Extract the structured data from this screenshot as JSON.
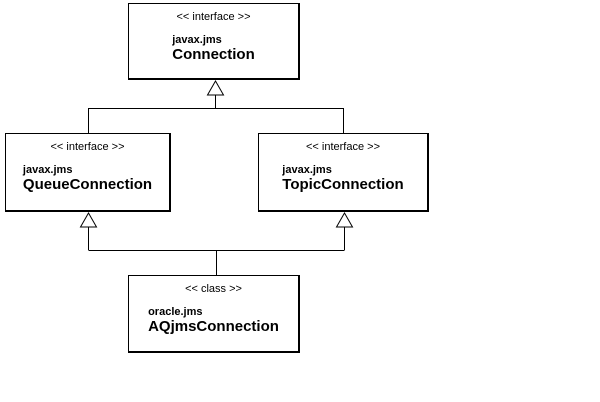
{
  "diagram": {
    "kind": "uml-generalization-diagram",
    "colors": {
      "background": "#ffffff",
      "line": "#000000",
      "text": "#000000"
    },
    "nodes": {
      "connection": {
        "stereotype": "<< interface >>",
        "package": "javax.jms",
        "name": "Connection"
      },
      "queue_connection": {
        "stereotype": "<< interface >>",
        "package": "javax.jms",
        "name": "QueueConnection"
      },
      "topic_connection": {
        "stereotype": "<< interface >>",
        "package": "javax.jms",
        "name": "TopicConnection"
      },
      "aqjms_connection": {
        "stereotype": "<< class >>",
        "package": "oracle.jms",
        "name": "AQjmsConnection"
      }
    },
    "relations": [
      {
        "type": "generalization",
        "from": "javax.jms.QueueConnection",
        "to": "javax.jms.Connection"
      },
      {
        "type": "generalization",
        "from": "javax.jms.TopicConnection",
        "to": "javax.jms.Connection"
      },
      {
        "type": "generalization",
        "from": "oracle.jms.AQjmsConnection",
        "to": "javax.jms.QueueConnection"
      },
      {
        "type": "generalization",
        "from": "oracle.jms.AQjmsConnection",
        "to": "javax.jms.TopicConnection"
      }
    ]
  }
}
